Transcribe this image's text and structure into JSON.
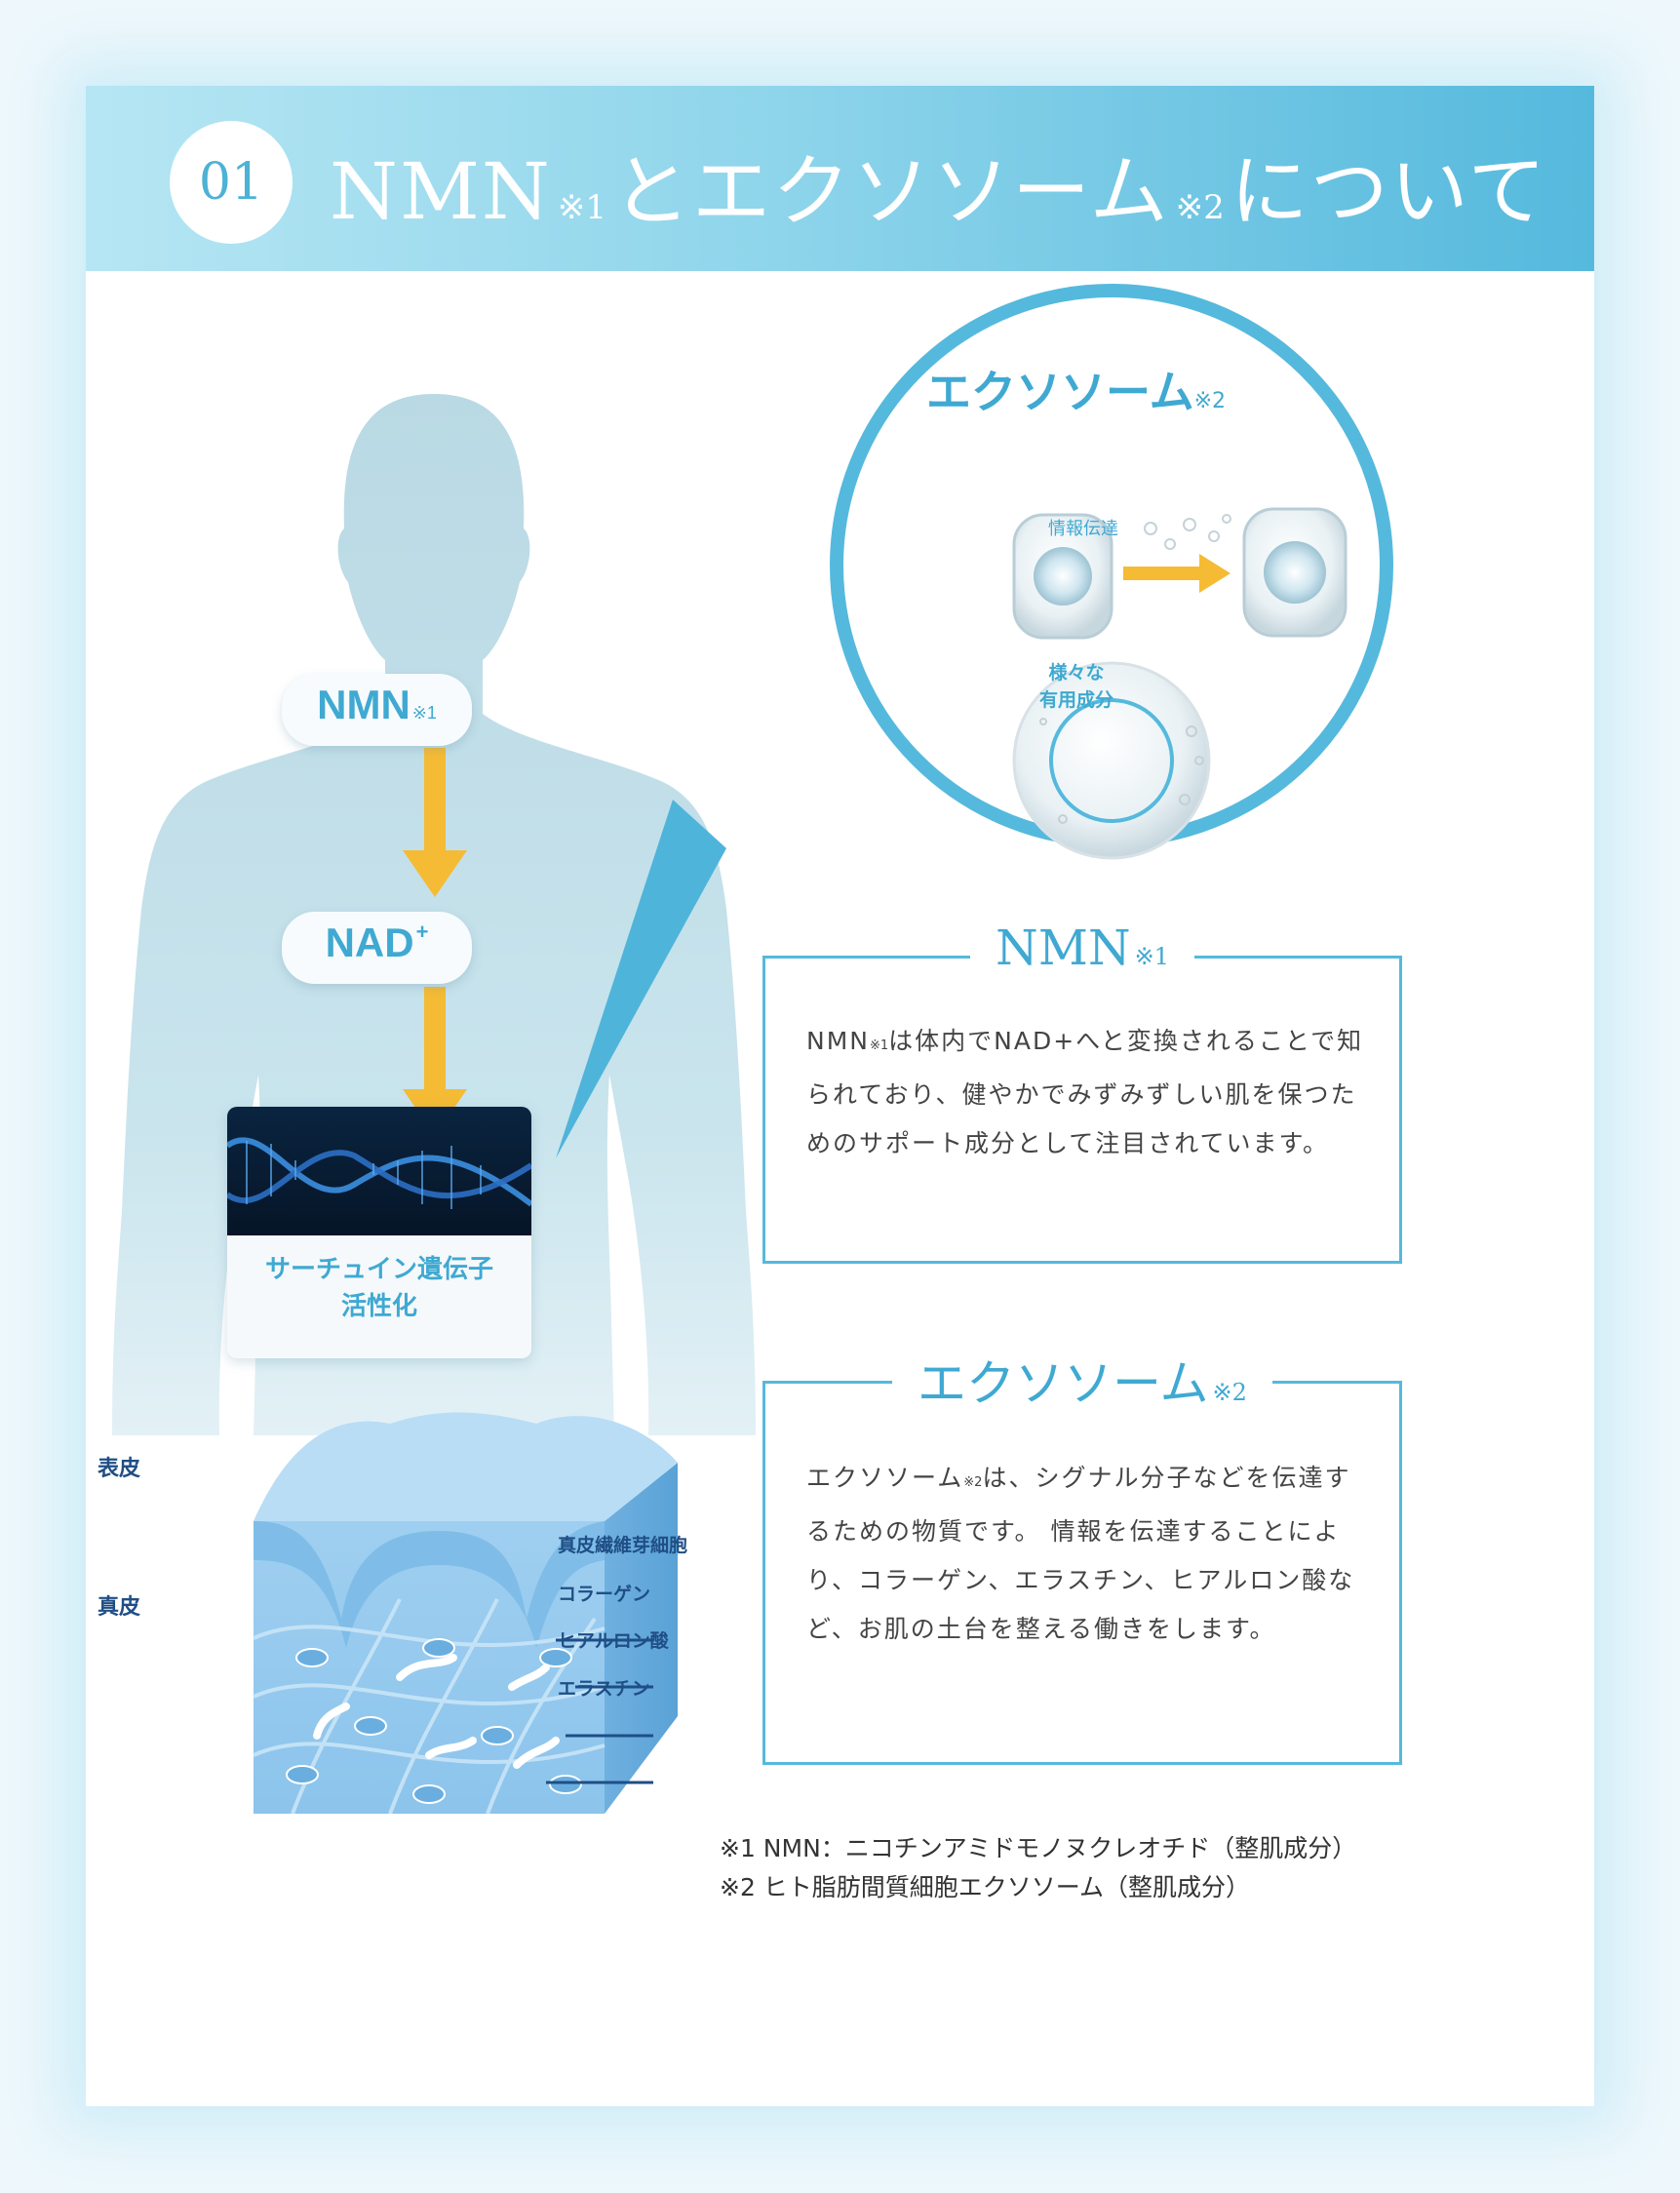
{
  "header": {
    "number": "01",
    "title_part1": "NMN",
    "note1": "※1",
    "title_part2": "とエクソソーム",
    "note2": "※2",
    "title_part3": "について"
  },
  "flow": {
    "nmn_label": "NMN",
    "nmn_note": "※1",
    "nad_label": "NAD",
    "nad_sup": "+",
    "sirtuin_line1": "サーチュイン遺伝子",
    "sirtuin_line2": "活性化"
  },
  "callout": {
    "title": "エクソソーム",
    "note": "※2",
    "transfer_label": "情報伝達",
    "ingredient_line1": "様々な",
    "ingredient_line2": "有用成分"
  },
  "nmn_box": {
    "title": "NMN",
    "note": "※1",
    "text_prefix": "NMN",
    "text_note": "※1",
    "text_body": "は体内でNAD+へと変換されることで知られており、健やかでみずみずしい肌を保つためのサポート成分として注目されています。"
  },
  "exosome_box": {
    "title": "エクソソーム",
    "note": "※2",
    "text_prefix": "エクソソーム",
    "text_note": "※2",
    "text_body": "は、シグナル分子などを伝達するための物質です。 情報を伝達することにより、コラーゲン、エラスチン、ヒアルロン酸など、お肌の土台を整える働きをします。"
  },
  "skin": {
    "epidermis": "表皮",
    "dermis": "真皮",
    "fibroblast": "真皮繊維芽細胞",
    "collagen": "コラーゲン",
    "hyaluronic": "ヒアルロン酸",
    "elastin": "エラスチン"
  },
  "footnotes": {
    "note1": "※1 NMN：ニコチンアミドモノヌクレオチド（整肌成分）",
    "note2": "※2 ヒト脂肪間質細胞エクソソーム（整肌成分）"
  },
  "colors": {
    "accent": "#55b9dd",
    "text_blue": "#3fa9d2",
    "arrow": "#f5bb35",
    "skin_label": "#1f4e85"
  }
}
